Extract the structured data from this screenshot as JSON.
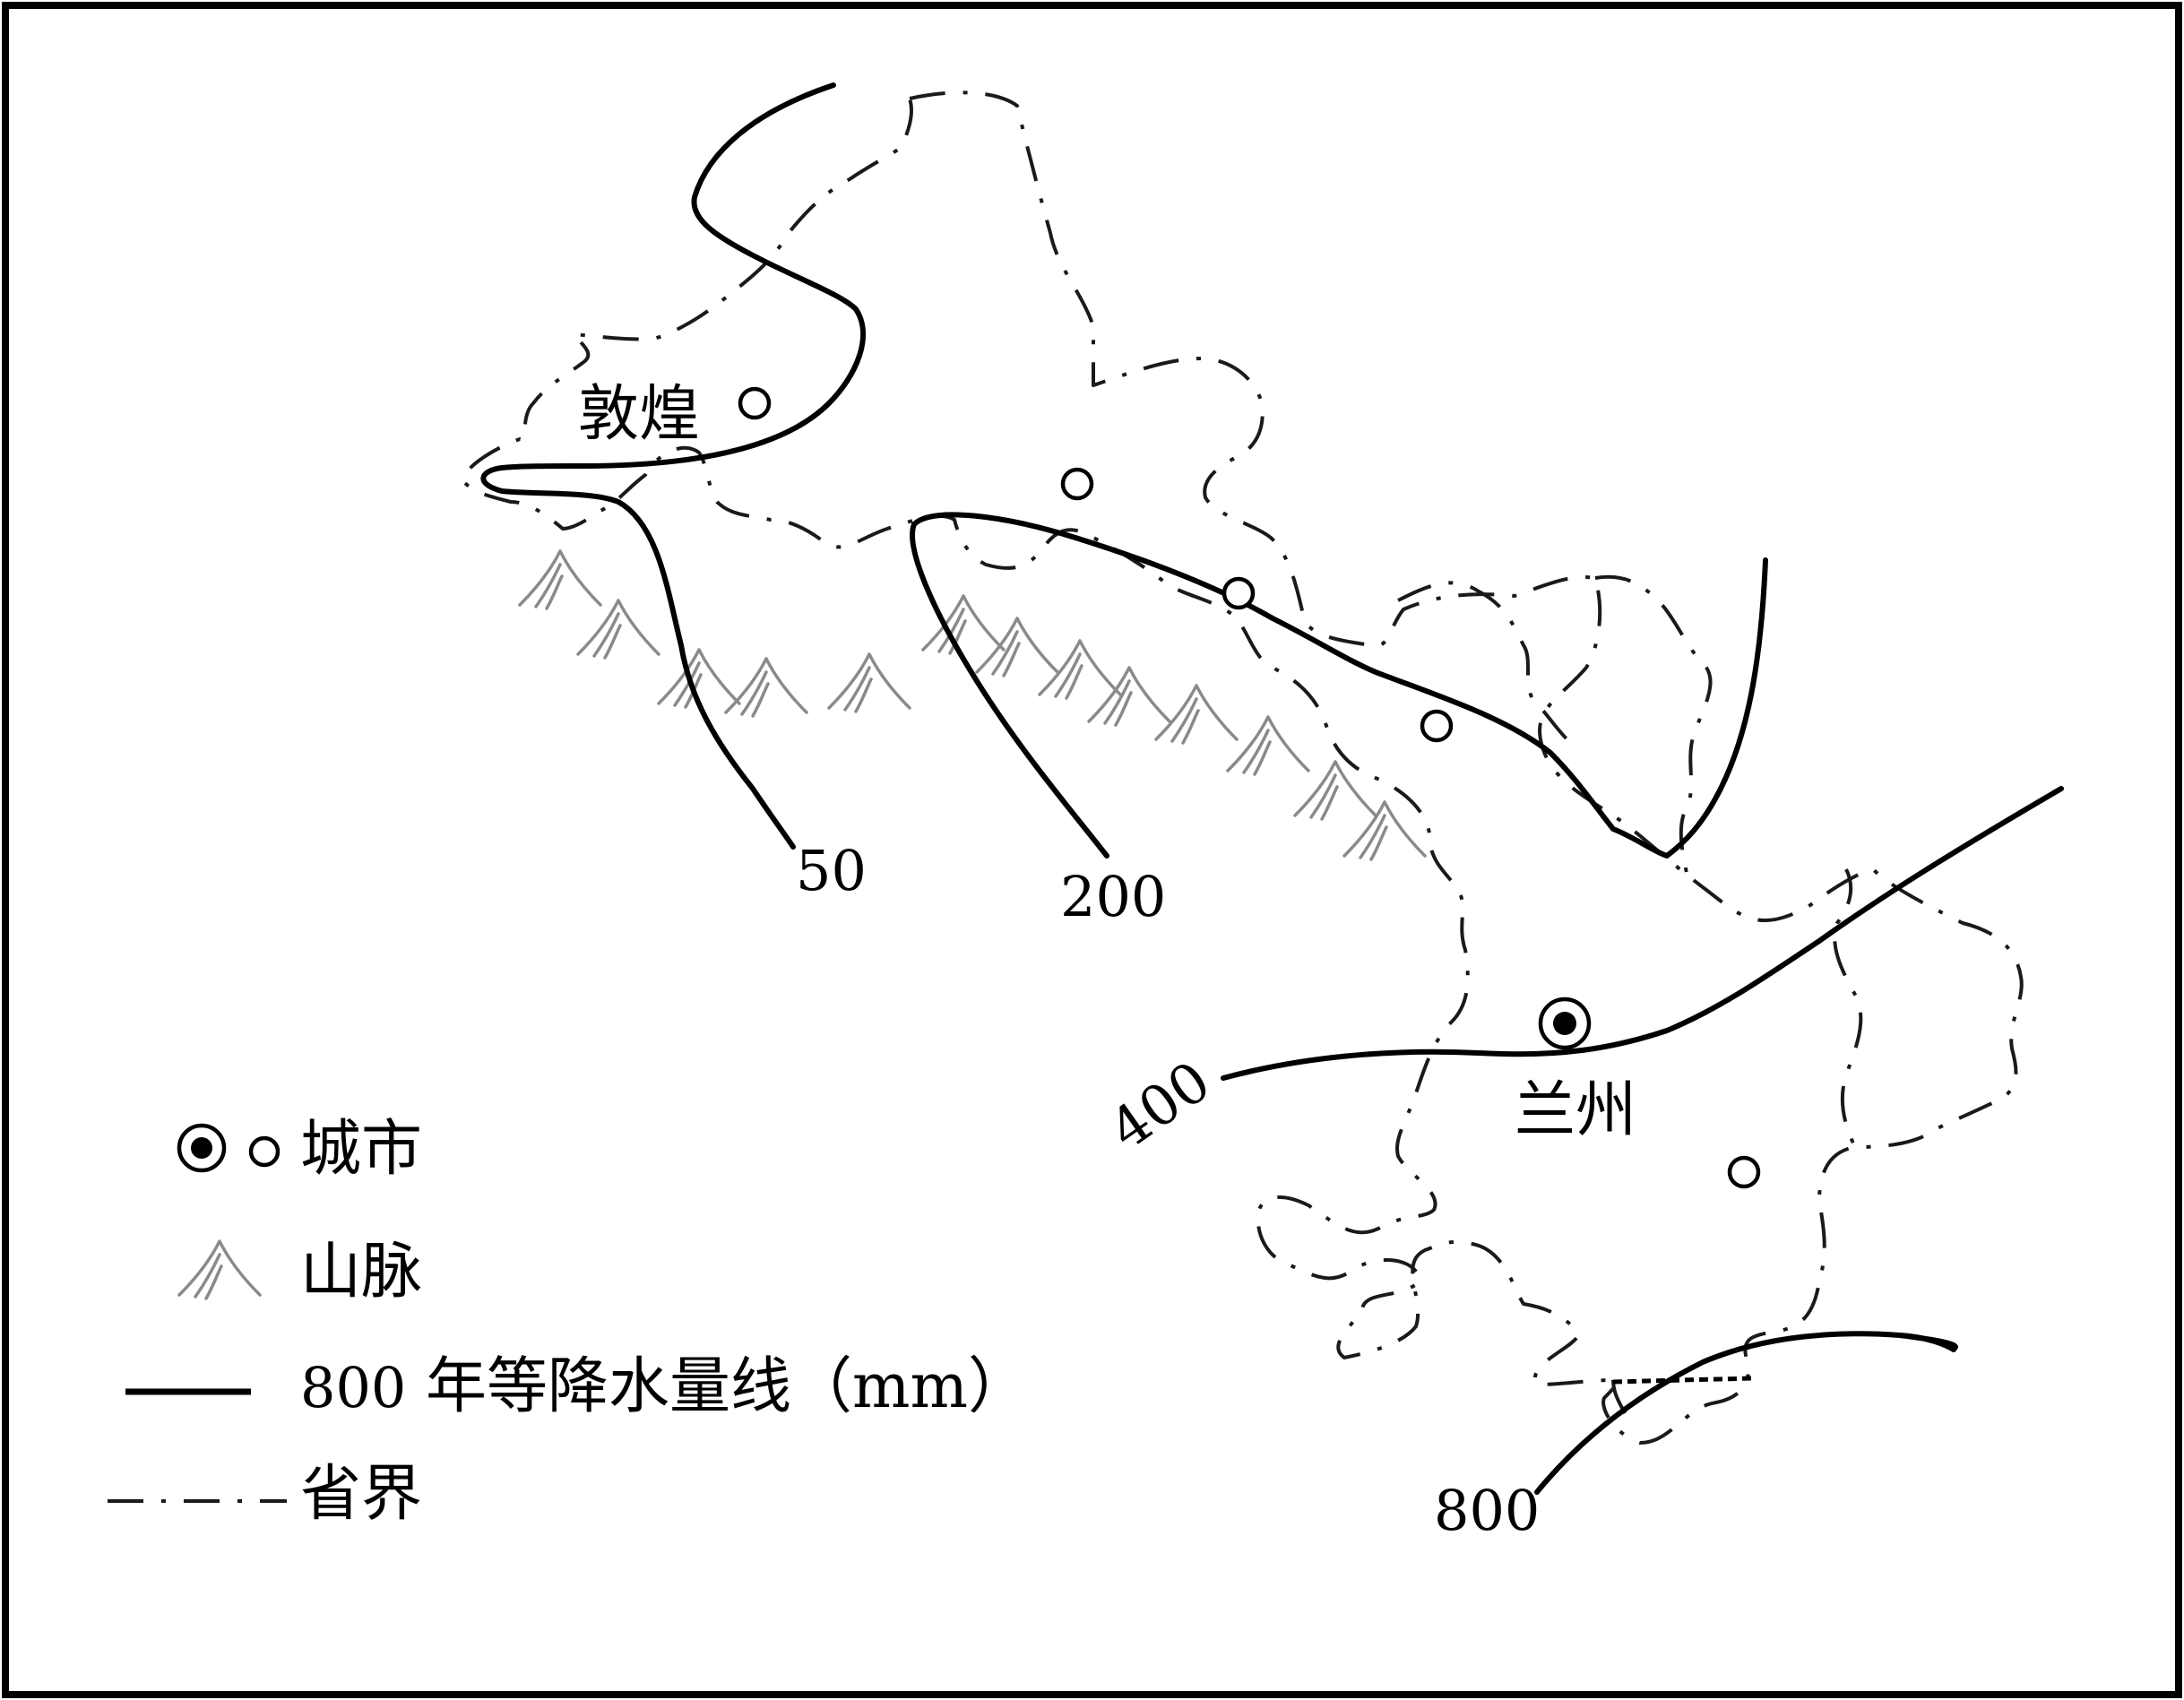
{
  "map": {
    "place_labels": {
      "dunhuang": "敦煌",
      "lanzhou": "兰州"
    },
    "isohyet_labels": {
      "p50": "50",
      "p200": "200",
      "p400": "400",
      "p800": "800"
    }
  },
  "legend": {
    "city": "城市",
    "mountain": "山脉",
    "isohyet_value": "800",
    "isohyet": "年等降水量线（mm）",
    "boundary": "省界"
  },
  "colors": {
    "line": "#000000",
    "mountain": "#8a8a8a",
    "background": "#ffffff"
  }
}
